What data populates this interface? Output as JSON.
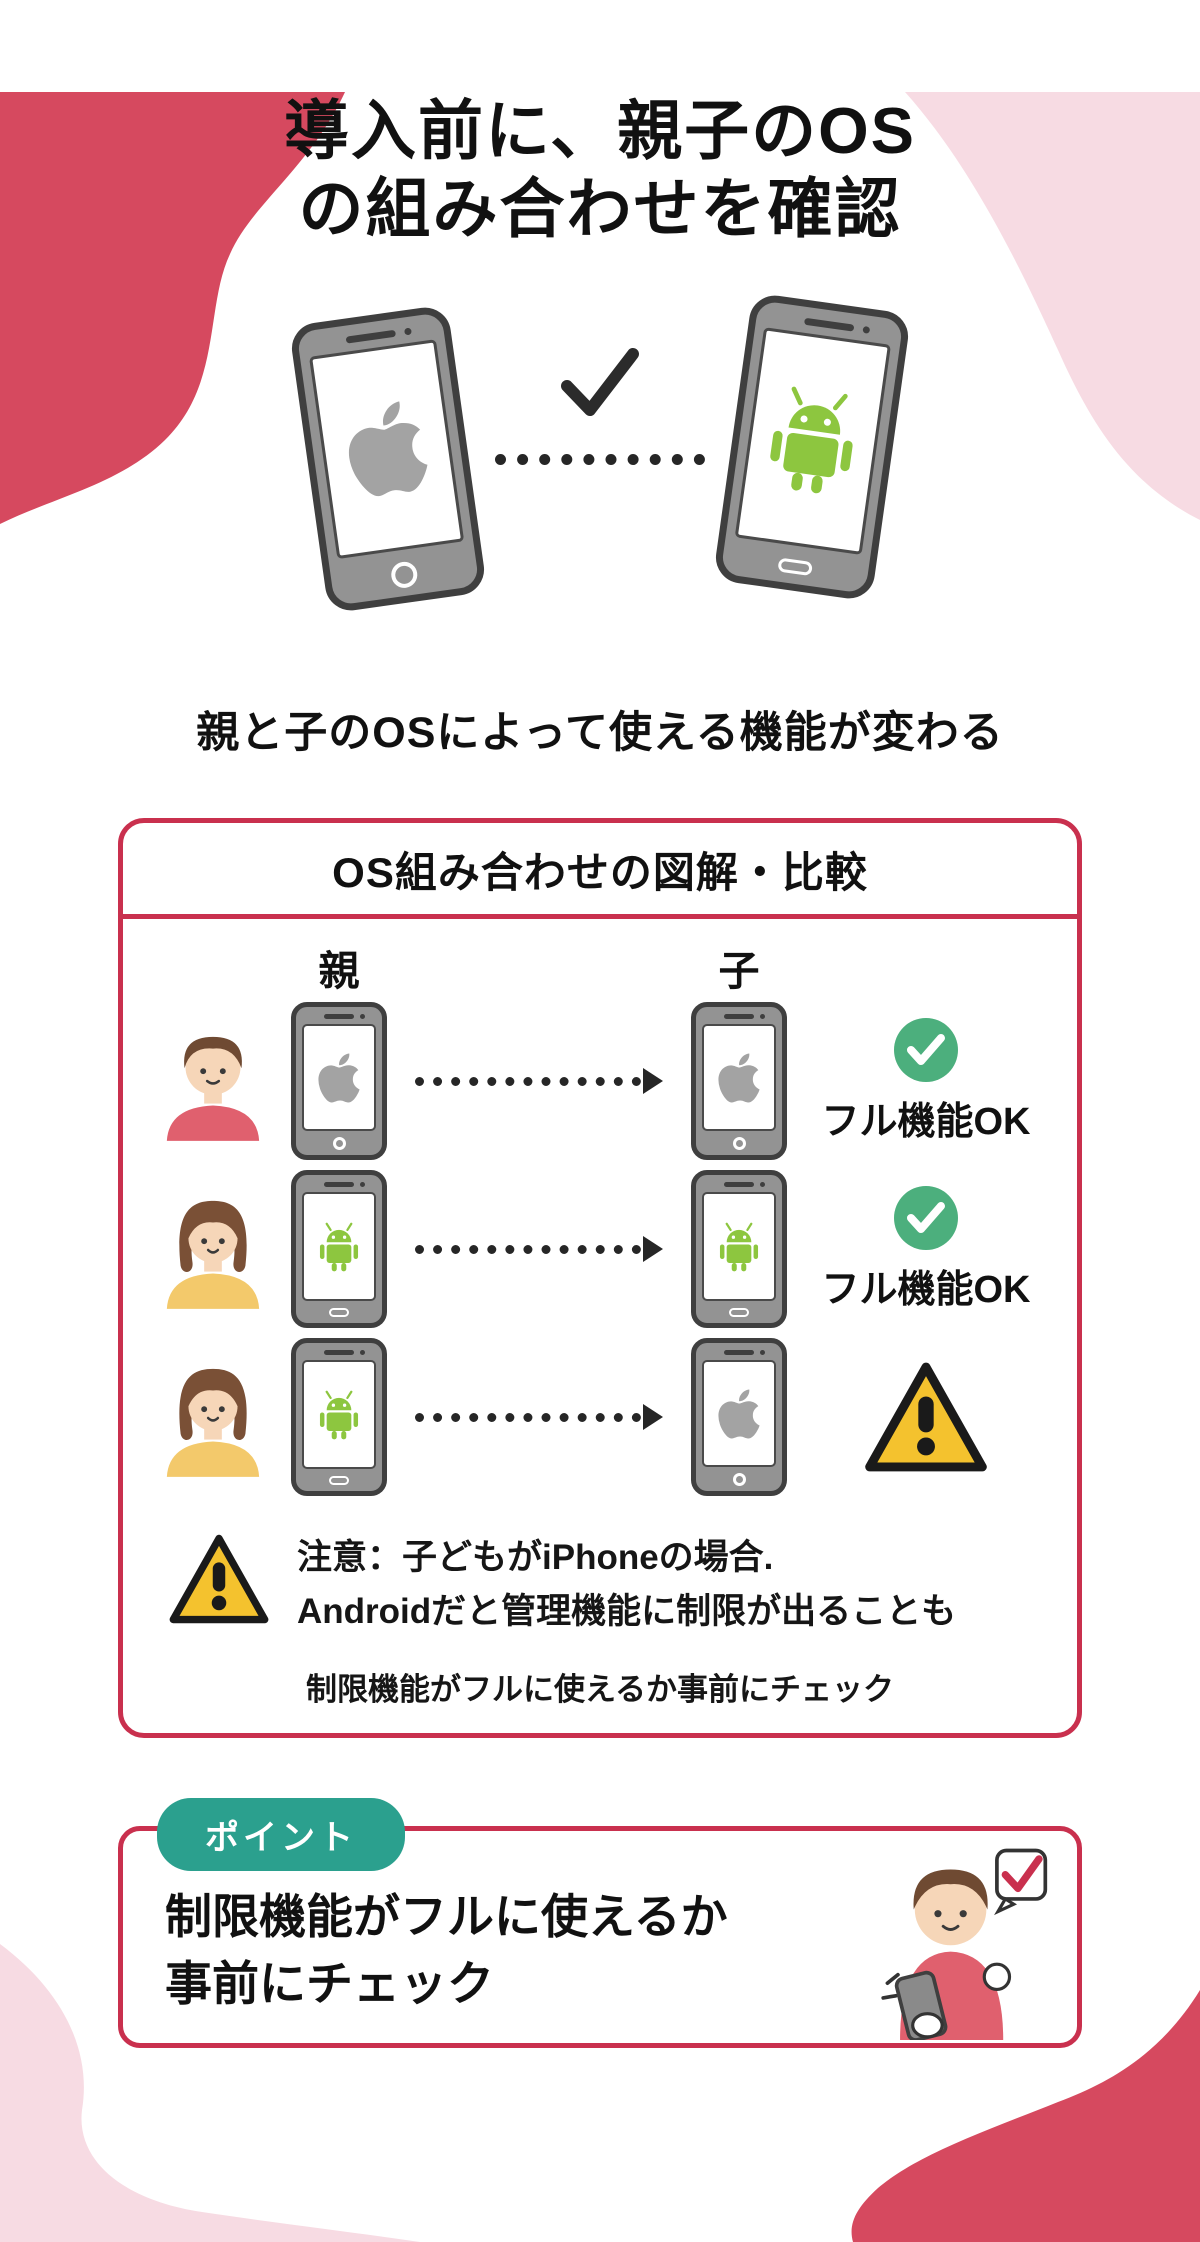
{
  "colors": {
    "accent_red": "#d6495f",
    "blob_pink": "#f7dbe3",
    "box_border": "#c9304e",
    "badge_teal": "#2ba08e",
    "success_green": "#4caf7d",
    "android_green": "#8dc63f",
    "apple_gray": "#a3a3a3",
    "warning_yellow": "#f4c22e"
  },
  "header": {
    "title_line1": "導入前に、親子のOS",
    "title_line2": "の組み合わせを確認",
    "subtitle": "親と子のOSによって使える機能が変わる"
  },
  "hero": {
    "left_phone_os": "iOS",
    "right_phone_os": "Android",
    "connector": "check-over-dotted-line"
  },
  "comparison_box": {
    "title": "OS組み合わせの図解・比較",
    "columns": {
      "parent": "親",
      "child": "子"
    },
    "rows": [
      {
        "parent_os": "iOS",
        "child_os": "iOS",
        "status": "ok",
        "label": "フル機能OK"
      },
      {
        "parent_os": "Android",
        "child_os": "Android",
        "status": "ok",
        "label": "フル機能OK"
      },
      {
        "parent_os": "Android",
        "child_os": "iOS",
        "status": "warning",
        "label": ""
      }
    ],
    "note": {
      "line1": "注意：子どもがiPhoneの場合.",
      "line2": "Androidだと管理機能に制限が出ることも",
      "footer": "制限機能がフルに使えるか事前にチェック"
    }
  },
  "point_box": {
    "badge": "ポイント",
    "line1": "制限機能がフルに使えるか",
    "line2": "事前にチェック"
  }
}
